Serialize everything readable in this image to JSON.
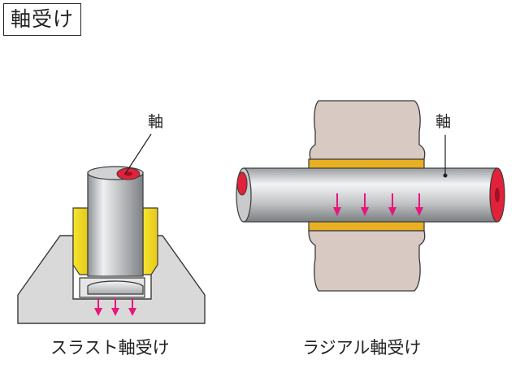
{
  "title": "軸受け",
  "thrust": {
    "shaft_label": "軸",
    "caption": "スラスト軸受け"
  },
  "radial": {
    "shaft_label": "軸",
    "caption": "ラジアル軸受け"
  },
  "colors": {
    "housing_gray": "#d9d9d9",
    "bushing_yellow": "#f2e229",
    "shaft_metal": "#bfc1c3",
    "shaft_end_red": "#e2223a",
    "block_beige": "#d8c9c2",
    "band_gold": "#e8b022",
    "arrow_magenta": "#e6177d"
  },
  "icons": [
    "thrust-bearing-icon",
    "radial-bearing-icon",
    "load-arrow-icon"
  ]
}
